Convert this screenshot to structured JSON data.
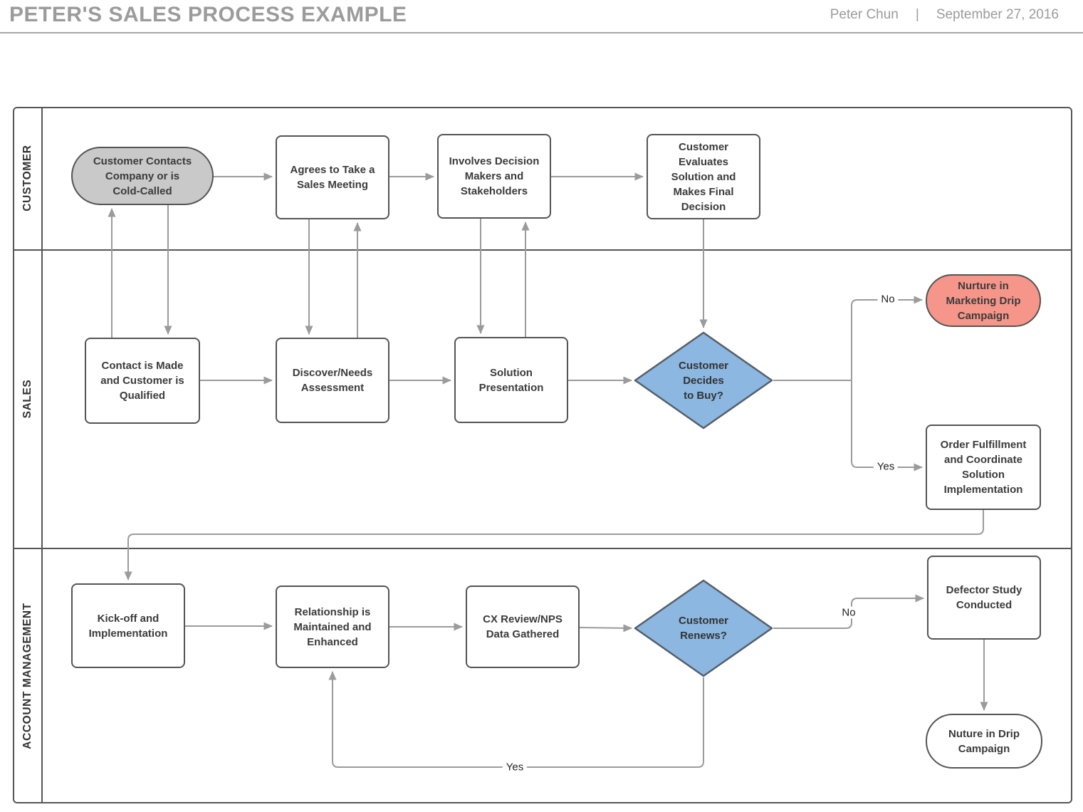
{
  "header": {
    "title": "PETER'S SALES PROCESS EXAMPLE",
    "author": "Peter Chun",
    "separator": "|",
    "date": "September 27, 2016"
  },
  "lanes": {
    "customer": "CUSTOMER",
    "sales": "SALES",
    "account_management": "ACCOUNT MANAGEMENT"
  },
  "nodes": {
    "customer_contacts": "Customer Contacts\nCompany or is\nCold-Called",
    "agrees_meeting": "Agrees to Take a\nSales Meeting",
    "involves_decision_makers": "Involves Decision\nMakers and\nStakeholders",
    "customer_evaluates": "Customer\nEvaluates\nSolution and\nMakes Final\nDecision",
    "contact_made": "Contact is Made\nand Customer is\nQualified",
    "discover_needs": "Discover/Needs\nAssessment",
    "solution_presentation": "Solution\nPresentation",
    "decides_to_buy": "Customer\nDecides\nto Buy?",
    "nurture_marketing_drip": "Nurture in\nMarketing Drip\nCampaign",
    "order_fulfillment": "Order Fulfillment\nand Coordinate\nSolution\nImplementation",
    "kickoff": "Kick-off and\nImplementation",
    "relationship_maintained": "Relationship is\nMaintained and\nEnhanced",
    "cx_review": "CX Review/NPS\nData Gathered",
    "customer_renews": "Customer\nRenews?",
    "defector_study": "Defector Study\nConducted",
    "nuture_drip": "Nuture in Drip\nCampaign"
  },
  "edge_labels": {
    "buy_no": "No",
    "buy_yes": "Yes",
    "renew_no": "No",
    "renew_yes": "Yes"
  },
  "colors": {
    "decision_blue": "#8bb7e1",
    "terminator_salmon": "#f6968a",
    "terminator_gray": "#c9c9c9",
    "shape_border": "#545454",
    "connector_gray": "#9b9b9b",
    "title_gray": "#9b9b9b"
  }
}
